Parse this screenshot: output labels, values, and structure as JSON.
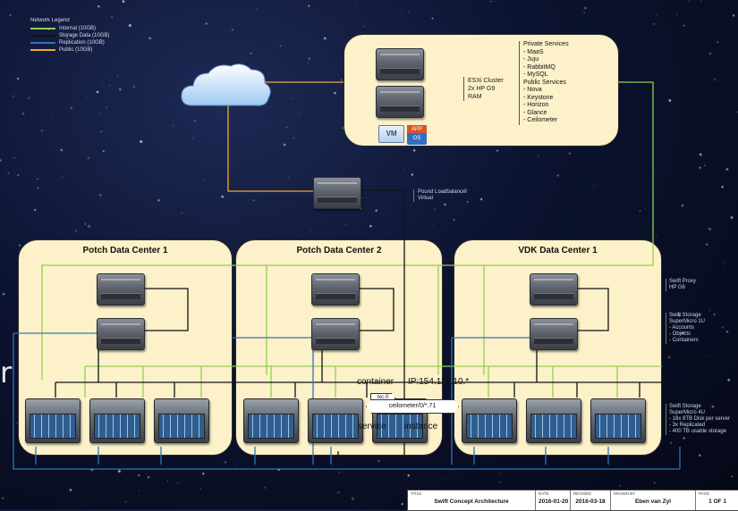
{
  "colors": {
    "internal": "#92d050",
    "storage": "#111111",
    "replication": "#2e75b6",
    "public": "#f0a830",
    "panel": "#fcf1c8"
  },
  "legend": {
    "title": "Network Legend",
    "items": [
      {
        "label": "Internal (10GB)",
        "color": "#92d050"
      },
      {
        "label": "Storage Data (10GB)",
        "color": "#111111"
      },
      {
        "label": "Replication (10GB)",
        "color": "#2e75b6"
      },
      {
        "label": "Public (10GB)",
        "color": "#f0a830"
      }
    ]
  },
  "esxi": {
    "lines": [
      "ESXi Cluster",
      "2x HP G9",
      "RAM"
    ],
    "vm_badge": "VM",
    "app_badge_top": "APP",
    "app_badge_bottom": "OS"
  },
  "services": {
    "lines": [
      "Private Services",
      "- MaaS",
      "- Juju",
      "- RabbitMQ",
      "- MySQL",
      "Public Services",
      "- Nova",
      "- Keystone",
      "- Horizon",
      "- Glance",
      "- Ceilometer"
    ]
  },
  "loadbalancer": {
    "lines": [
      "Pound Loadbalancer",
      "Virtual"
    ]
  },
  "datacenters": [
    {
      "title": "Potch Data Center 1"
    },
    {
      "title": "Potch Data Center 2"
    },
    {
      "title": "VDK Data Center 1"
    }
  ],
  "side_labels": {
    "proxy": [
      "Swift Proxy",
      "HP G6"
    ],
    "storage1u": [
      "Swift Storage",
      "SuperMicro 1U",
      "- Accounts",
      "- Objects",
      "- Containers"
    ],
    "storage4u": [
      "Swift Storage",
      "SuperMicro 4U",
      "- 18x 8TB Disk per server",
      "- 3x Replicated",
      "- 400 TB usable storage"
    ]
  },
  "overlay": {
    "container": "container",
    "ip": "IP:154.110.10.*",
    "tag": "lxc.0",
    "meter": "ceilometer/0/*.71",
    "service": "service",
    "instance": "instance",
    "stray": "r"
  },
  "titleblock": {
    "title_cap": "TITLE",
    "title": "Swift Concept Architecture",
    "date_cap": "DATE",
    "date": "2016-01-20",
    "revised_cap": "REVISED",
    "revised": "2016-03-18",
    "drawn_cap": "DRAWN BY",
    "drawn": "Eben van Zyl",
    "page_cap": "PAGE",
    "page": "1 OF 1"
  }
}
